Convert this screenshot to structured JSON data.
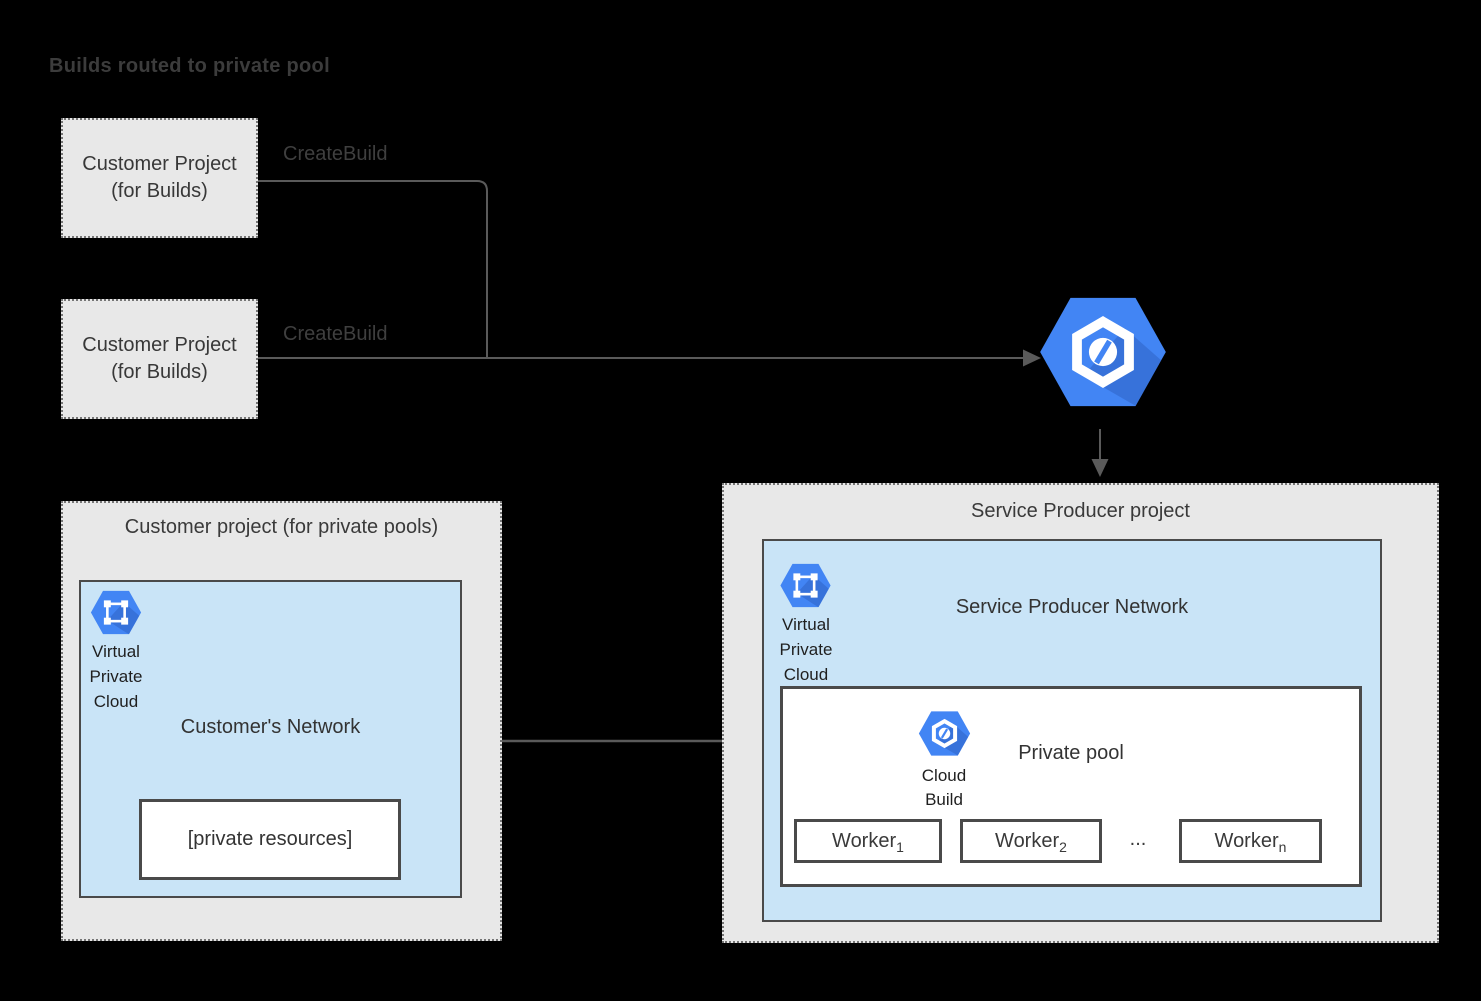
{
  "title": "Builds routed to private pool",
  "edges": {
    "create_build_label_top": "CreateBuild",
    "create_build_label_bottom": "CreateBuild"
  },
  "customer_build_projects": [
    {
      "line1": "Customer Project",
      "line2": "(for Builds)"
    },
    {
      "line1": "Customer Project",
      "line2": "(for Builds)"
    }
  ],
  "customer_pool_project": {
    "title": "Customer project (for private pools)",
    "network_label": "Customer's Network",
    "vpc_label": [
      "Virtual",
      "Private",
      "Cloud"
    ],
    "private_resources_label": "[private resources]"
  },
  "service_producer_project": {
    "title": "Service Producer project",
    "network_label": "Service Producer Network",
    "vpc_label": [
      "Virtual",
      "Private",
      "Cloud"
    ],
    "private_pool": {
      "label": "Private pool",
      "cloud_build_label": [
        "Cloud",
        "Build"
      ],
      "workers": [
        {
          "base": "Worker",
          "sub": "1"
        },
        {
          "base": "Worker",
          "sub": "2"
        },
        {
          "base": "Worker",
          "sub": "n"
        }
      ],
      "ellipsis": "..."
    }
  },
  "colors": {
    "background": "#000000",
    "project_fill": "#e8e8e8",
    "network_fill": "#c9e4f7",
    "box_border": "#4a4a4a",
    "dotted_border": "#757575",
    "connector": "#5a5a5a",
    "icon_blue": "#4285f4",
    "icon_shadow": "#2f63c4",
    "text_dark": "#383838"
  }
}
